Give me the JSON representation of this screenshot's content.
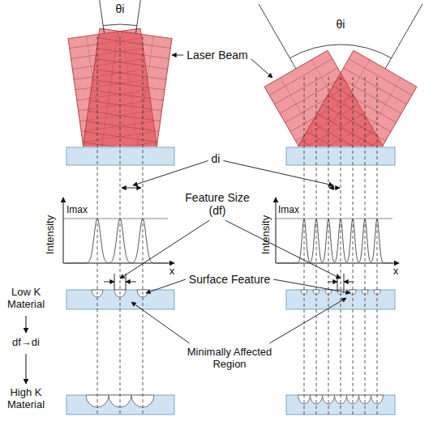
{
  "diagram": {
    "labels": [
      "θi",
      "θi",
      "Laser Beam",
      "di",
      "Intensity",
      "Imax",
      "x",
      "Intensity",
      "Imax",
      "x",
      "Feature Size (df)",
      "Surface Feature",
      "Low K Material",
      "df→di",
      "Minimally Affected Region",
      "High K Material"
    ]
  }
}
